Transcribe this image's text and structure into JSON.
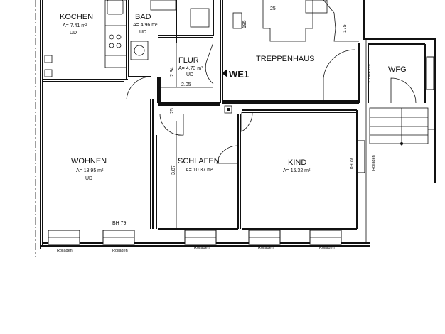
{
  "rooms": {
    "kochen": {
      "name": "KOCHEN",
      "area": "A= 7.41 m²",
      "tag": "UD"
    },
    "bad": {
      "name": "BAD",
      "area": "A= 4.96 m²",
      "tag": "UD"
    },
    "flur": {
      "name": "FLUR",
      "area": "A= 4.73 m²",
      "tag": "UD"
    },
    "treppenhaus": {
      "name": "TREPPENHAUS"
    },
    "wfg": {
      "name": "WFG"
    },
    "wohnen": {
      "name": "WOHNEN",
      "area": "A= 18.95 m²",
      "tag": "UD"
    },
    "schlafen": {
      "name": "SCHLAFEN",
      "area": "A= 10.37 m²"
    },
    "kind": {
      "name": "KIND",
      "area": "A= 15.32 m²"
    }
  },
  "unit_label": "WE1",
  "dimensions": {
    "flur_height": "2.34",
    "flur_width": "2.05",
    "hall_depth": "25",
    "schlafen_height": "3.87",
    "stair_top": "195",
    "stair_right": "175",
    "small_25": "25"
  },
  "stair": {
    "label": "STUFE -18"
  },
  "brh": {
    "wohnen": "BH 79",
    "kind": "BH 79"
  },
  "shutter_label": "Rolladen",
  "shutters": [
    "Rolladen",
    "Rolladen",
    "Rolladen",
    "Rolladen",
    "Rolladen"
  ],
  "side_shutter": "Rolladen"
}
